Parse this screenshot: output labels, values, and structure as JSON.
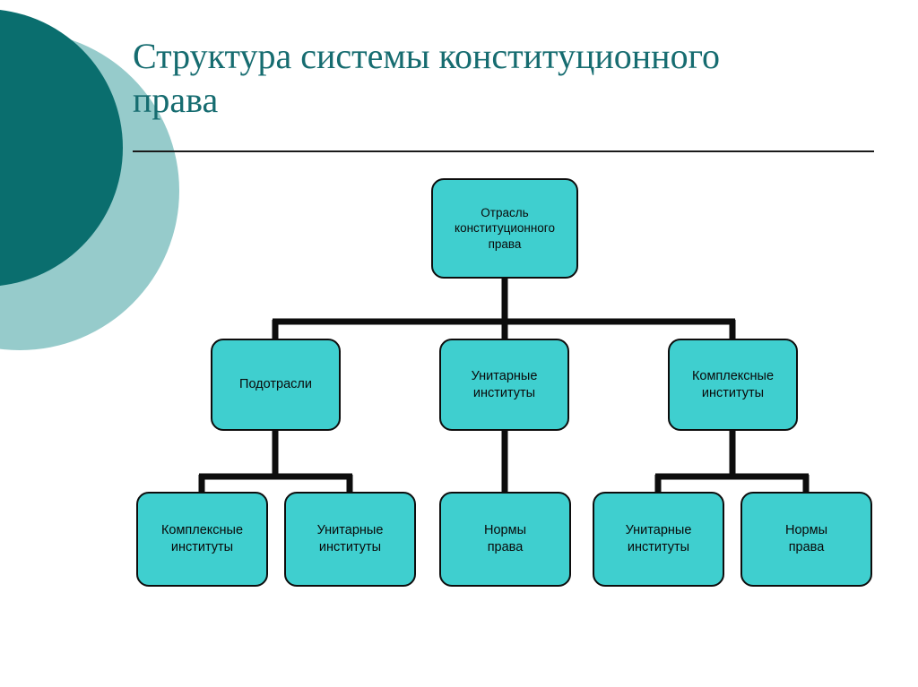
{
  "slide": {
    "title": "Структура системы конституционного\nправа",
    "title_color": "#166C70",
    "background_color": "#ffffff",
    "rule_color": "#1a1a1a"
  },
  "decoration": {
    "circle_dark_color": "#0A6E6E",
    "circle_light_color": "#96CBCB",
    "circle_dark_name": "dark-teal-circle",
    "circle_light_name": "light-teal-circle"
  },
  "diagram": {
    "type": "hierarchy-tree",
    "node_fill": "#3FCFCF",
    "node_stroke": "#0d0d0d",
    "connector_color": "#0d0d0d",
    "levels": [
      {
        "level": 1,
        "nodes": [
          {
            "id": "root",
            "label": "Отрасль\nконституционного\nправа"
          }
        ]
      },
      {
        "level": 2,
        "nodes": [
          {
            "id": "mid-1",
            "label": "Подотрасли"
          },
          {
            "id": "mid-2",
            "label": "Унитарные\nинституты"
          },
          {
            "id": "mid-3",
            "label": "Комплексные\nинституты"
          }
        ]
      },
      {
        "level": 3,
        "nodes": [
          {
            "id": "leaf-1",
            "label": "Комплексные\nинституты"
          },
          {
            "id": "leaf-2",
            "label": "Унитарные\nинституты"
          },
          {
            "id": "leaf-3",
            "label": "Нормы\nправа"
          },
          {
            "id": "leaf-4",
            "label": "Унитарные\nинституты"
          },
          {
            "id": "leaf-5",
            "label": "Нормы\nправа"
          }
        ]
      }
    ],
    "edges": [
      {
        "from": "root",
        "to": "mid-1"
      },
      {
        "from": "root",
        "to": "mid-2"
      },
      {
        "from": "root",
        "to": "mid-3"
      },
      {
        "from": "mid-1",
        "to": "leaf-1"
      },
      {
        "from": "mid-1",
        "to": "leaf-2"
      },
      {
        "from": "mid-2",
        "to": "leaf-3"
      },
      {
        "from": "mid-3",
        "to": "leaf-4"
      },
      {
        "from": "mid-3",
        "to": "leaf-5"
      }
    ]
  }
}
